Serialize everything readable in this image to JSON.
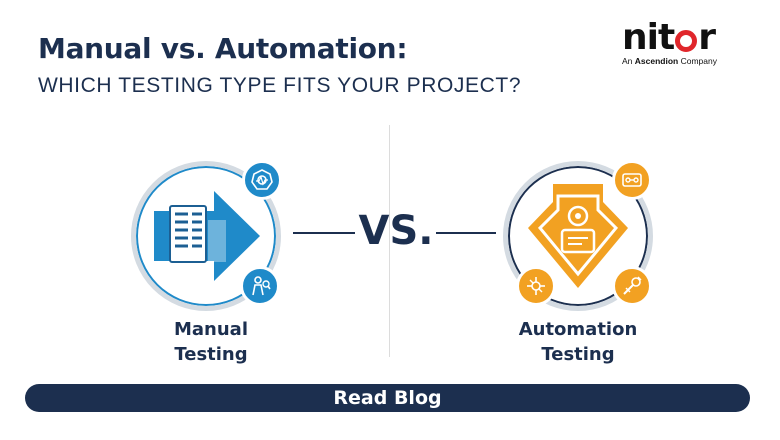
{
  "header": {
    "title": "Manual vs. Automation:",
    "subtitle": "WHICH TESTING TYPE FITS YOUR PROJECT?"
  },
  "logo": {
    "word_start": "ni",
    "word_t": "t",
    "word_end": "r",
    "tagline_prefix": "An",
    "tagline_brand": "Ascendion",
    "tagline_suffix": "Company",
    "accent_color": "#e0262b"
  },
  "comparison": {
    "vs_text": "VS.",
    "left": {
      "label_line1": "Manual",
      "label_line2": "Testing",
      "color": "#1f8ac9",
      "icons": [
        "document-arrow-icon",
        "bug-scan-icon",
        "person-debug-icon"
      ]
    },
    "right": {
      "label_line1": "Automation",
      "label_line2": "Testing",
      "color": "#f2a122",
      "icons": [
        "gear-chevron-icon",
        "robot-icon",
        "settings-panel-icon"
      ]
    }
  },
  "cta": {
    "label": "Read Blog"
  },
  "colors": {
    "navy": "#1c2f4f",
    "blue": "#1f8ac9",
    "orange": "#f2a122"
  }
}
